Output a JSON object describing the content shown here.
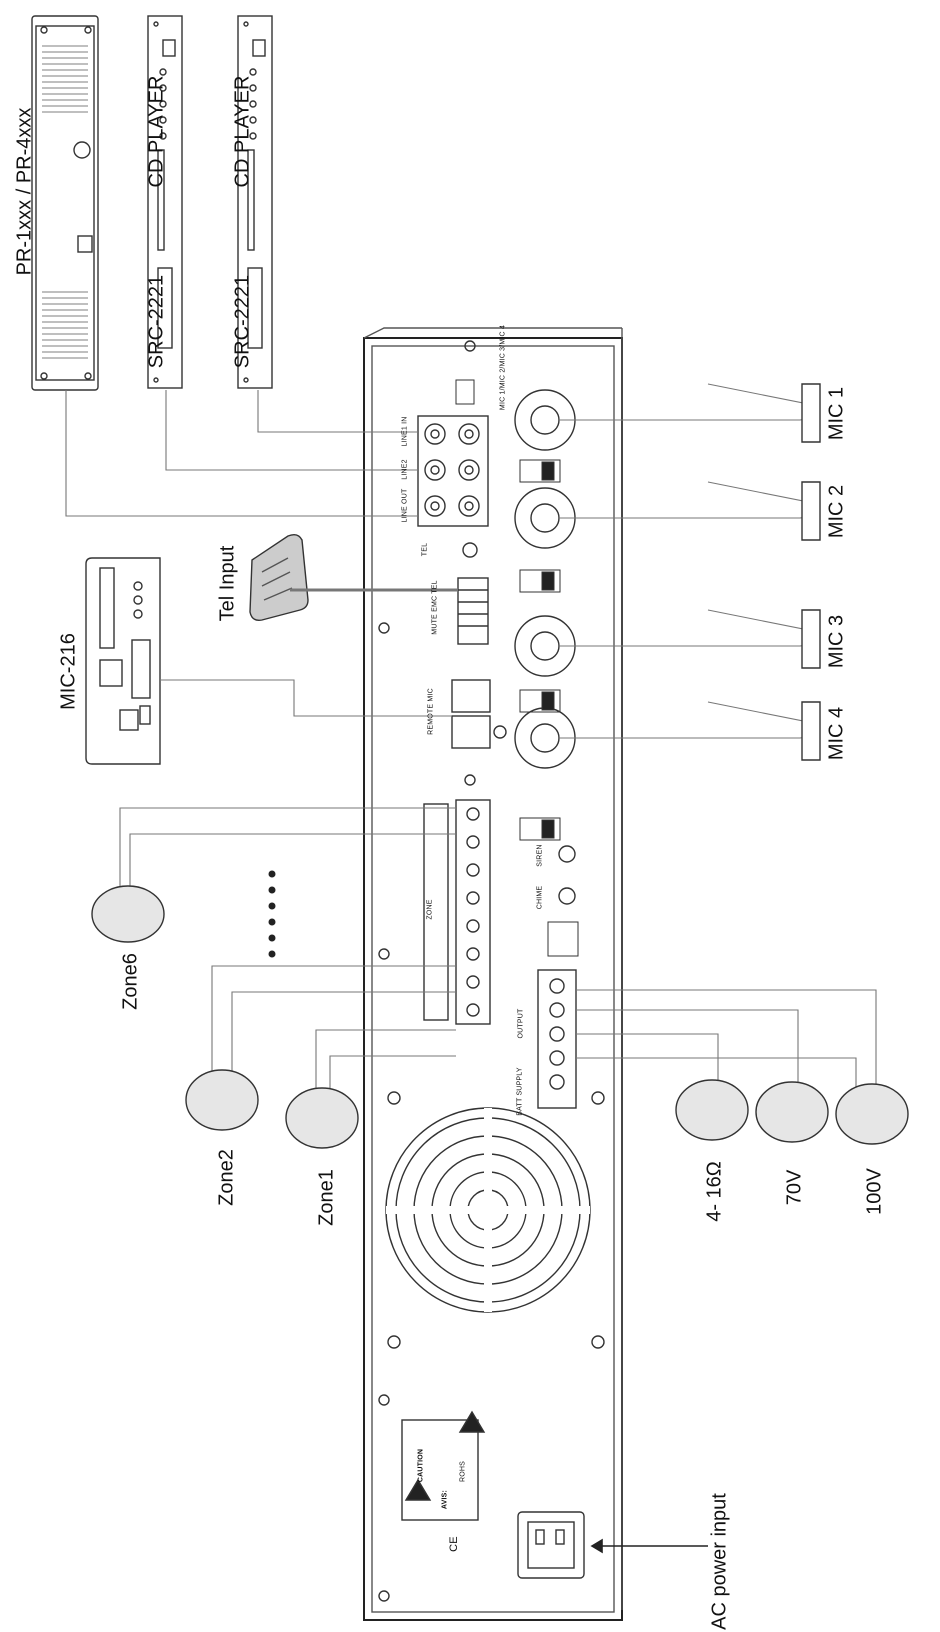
{
  "devices": {
    "pr_power_amp": "PR-1xxx / PR-4xxx",
    "cd_player_1": "CD PLAYER",
    "src_1": "SRC-2221",
    "cd_player_2": "CD PLAYER",
    "src_2": "SRC-2221",
    "remote_mic": "MIC-216",
    "tel": "Tel Input"
  },
  "mics": [
    "MIC 1",
    "MIC 2",
    "MIC 3",
    "MIC 4"
  ],
  "zones": [
    "Zone6",
    "Zone2",
    "Zone1"
  ],
  "output_speakers": [
    "4- 16Ω",
    "70V",
    "100V"
  ],
  "ac_power": "AC power input",
  "panel_labels": {
    "line1_in": "LINE1 IN",
    "line2_in": "LINE2",
    "line_out": "LINE OUT",
    "tel": "TEL",
    "remote_mic": "REMOTE MIC",
    "mute_emc": "MUTE EMC TEL",
    "zone": "ZONE",
    "output": "OUTPUT",
    "batt_supply": "BATT SUPPLY",
    "caution": "CAUTION",
    "avis": "AVIS:",
    "mic_switch": "MIC 1/MIC 2/MIC 3/MIC 4",
    "chime": "CHIME",
    "siren": "SIREN",
    "rohs": "ROHS",
    "ce": "CE"
  }
}
